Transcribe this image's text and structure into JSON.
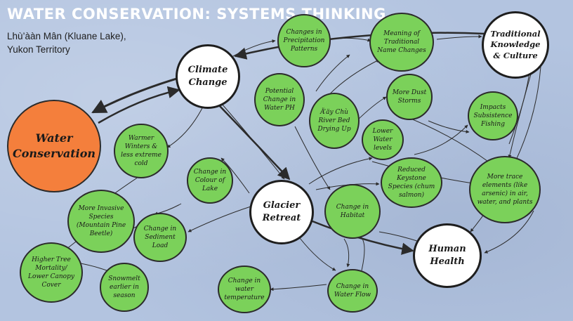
{
  "title": "WATER CONSERVATION: SYSTEMS THINKING",
  "subtitle_line1": "Lhù’ààn Mân (Kluane Lake),",
  "subtitle_line2": "Yukon Territory",
  "colors": {
    "background": "#b3c4e0",
    "impact": "#7bd15a",
    "driver": "#ffffff",
    "focus": "#f47f3c",
    "arrow": "#2b2b2b"
  },
  "nodes": {
    "water_conservation": "Water Conservation",
    "climate_change": "Climate Change",
    "glacier_retreat": "Glacier Retreat",
    "human_health": "Human Health",
    "traditional_knowledge": "Traditional Knowledge & Culture",
    "precipitation": "Changes in Precipitation Patterns",
    "traditional_names": "Meaning of Traditional Name Changes",
    "water_ph": "Potential Change in Water PH",
    "river_bed": "Ä’äy Chù River Bed Drying Up",
    "dust_storms": "More Dust Storms",
    "subsistence": "Impacts Subsistence Fishing",
    "lower_water": "Lower Water levels",
    "keystone": "Reduced Keystone Species (chum salmon)",
    "trace_elements": "More trace elements (like arsenic) in air, water, and plants",
    "warmer_winters": "Warmer Winters & less extreme cold",
    "colour_lake": "Change in Colour of Lake",
    "invasive": "More Invasive Species (Mountain Pine Beetle)",
    "sediment": "Change in Sediment Load",
    "habitat": "Change in Habitat",
    "tree_mortality": "Higher Tree Mortality/ Lower Canopy Cover",
    "snowmelt": "Snowmelt earlier in season",
    "water_temp": "Change in water temperature",
    "water_flow": "Change in Water Flow"
  }
}
